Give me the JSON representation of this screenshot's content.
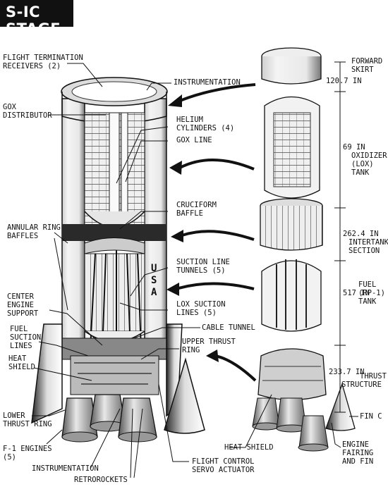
{
  "title": "S-IC STAGE",
  "labels": {
    "flight_termination": [
      "FLIGHT TERMINATION",
      "RECEIVERS (2)"
    ],
    "instrumentation_top": "INSTRUMENTATION",
    "gox_distributor": [
      "GOX",
      "DISTRIBUTOR"
    ],
    "helium_cylinders": [
      "HELIUM",
      "CYLINDERS (4)"
    ],
    "gox_line": "GOX LINE",
    "cruciform_baffle": [
      "CRUCIFORM",
      "BAFFLE"
    ],
    "annular_ring_baffles": [
      "ANNULAR RING",
      "BAFFLES"
    ],
    "suction_line_tunnels": [
      "SUCTION LINE",
      "TUNNELS (5)"
    ],
    "lox_suction_lines": [
      "LOX SUCTION",
      "LINES (5)"
    ],
    "center_engine_support": [
      "CENTER",
      "ENGINE",
      "SUPPORT"
    ],
    "cable_tunnel": "CABLE TUNNEL",
    "fuel_suction_lines": [
      "FUEL",
      "SUCTION",
      "LINES"
    ],
    "upper_thrust_ring": [
      "UPPER THRUST",
      "RING"
    ],
    "heat_shield_left": [
      "HEAT",
      "SHIELD"
    ],
    "lower_thrust_ring": [
      "LOWER",
      "THRUST RING"
    ],
    "f1_engines": [
      "F-1 ENGINES",
      "(5)"
    ],
    "instrumentation_bottom": "INSTRUMENTATION",
    "retrorockets": "RETROROCKETS",
    "flight_control": [
      "FLIGHT CONTROL",
      "SERVO ACTUATOR"
    ],
    "heat_shield_right": "HEAT SHIELD",
    "engine_fairing": [
      "ENGINE",
      "FAIRING",
      "AND FIN"
    ],
    "fin_c": "FIN C",
    "forward_skirt": [
      "FORWARD",
      "SKIRT"
    ],
    "forward_skirt_dim": "120.7 IN",
    "oxidizer_tank": [
      "OXIDIZER",
      "(LOX)",
      "TANK"
    ],
    "oxidizer_dim": "69 IN",
    "intertank": [
      "INTERTANK",
      "SECTION"
    ],
    "intertank_dim": "262.4 IN",
    "fuel_tank": [
      "FUEL",
      "(RP-1)",
      "TANK"
    ],
    "fuel_dim": "517 IN",
    "thrust_structure": [
      "THRUST",
      "STRUCTURE"
    ],
    "thrust_dim": "233.7 IN"
  },
  "vehicle_markings": [
    "U",
    "S",
    "A"
  ]
}
